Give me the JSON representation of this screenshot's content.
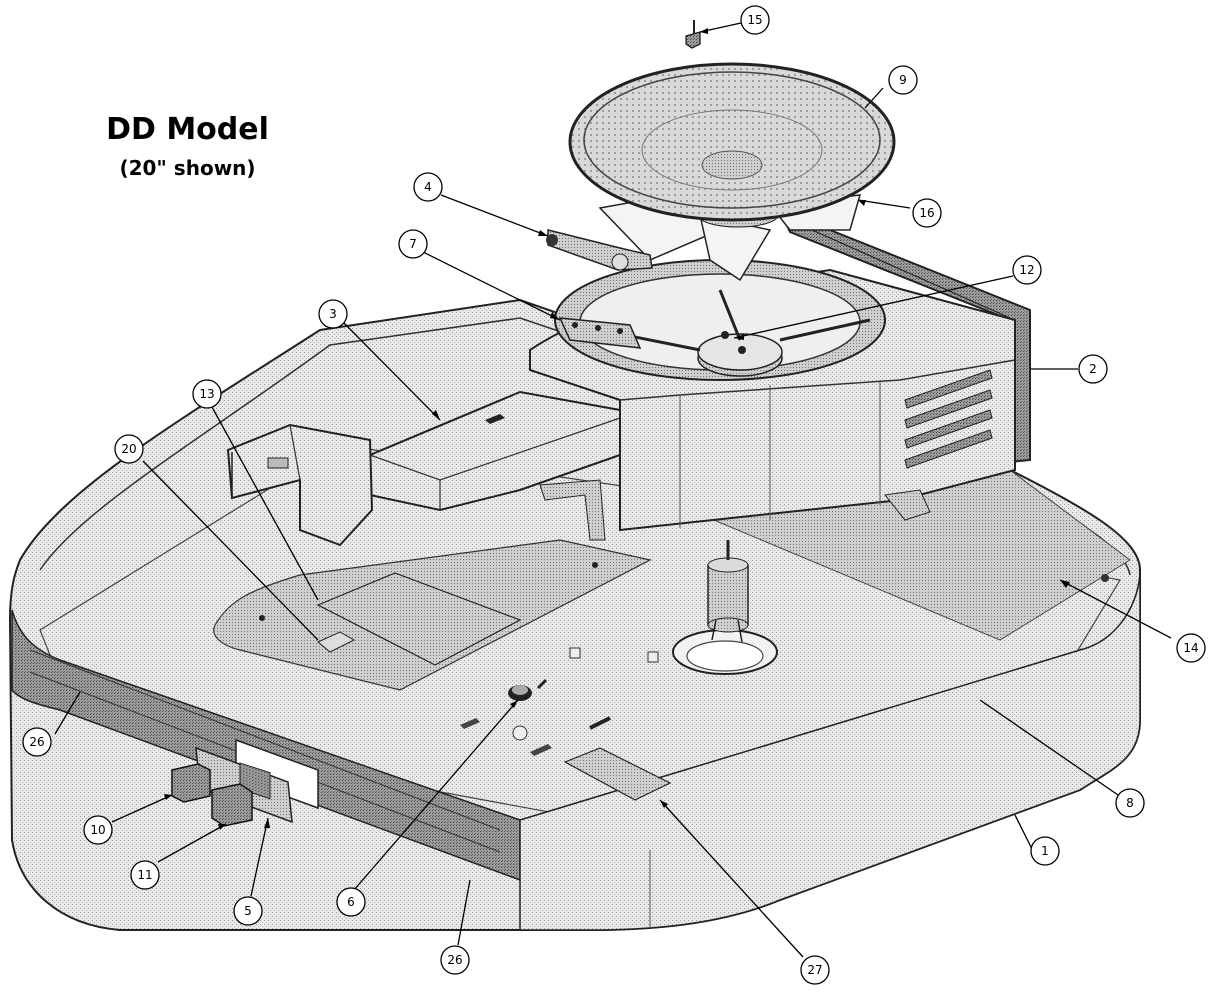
{
  "diagram": {
    "title": "DD Model",
    "subtitle": "(20\" shown)",
    "callouts": [
      {
        "id": "c1",
        "label": "1"
      },
      {
        "id": "c2",
        "label": "2"
      },
      {
        "id": "c3",
        "label": "3"
      },
      {
        "id": "c4",
        "label": "4"
      },
      {
        "id": "c5",
        "label": "5"
      },
      {
        "id": "c6",
        "label": "6"
      },
      {
        "id": "c7",
        "label": "7"
      },
      {
        "id": "c8",
        "label": "8"
      },
      {
        "id": "c9",
        "label": "9"
      },
      {
        "id": "c10",
        "label": "10"
      },
      {
        "id": "c11",
        "label": "11"
      },
      {
        "id": "c12",
        "label": "12"
      },
      {
        "id": "c13",
        "label": "13"
      },
      {
        "id": "c14",
        "label": "14"
      },
      {
        "id": "c15",
        "label": "15"
      },
      {
        "id": "c16",
        "label": "16"
      },
      {
        "id": "c20",
        "label": "20"
      },
      {
        "id": "c26a",
        "label": "26"
      },
      {
        "id": "c26b",
        "label": "26"
      },
      {
        "id": "c27",
        "label": "27"
      }
    ]
  }
}
